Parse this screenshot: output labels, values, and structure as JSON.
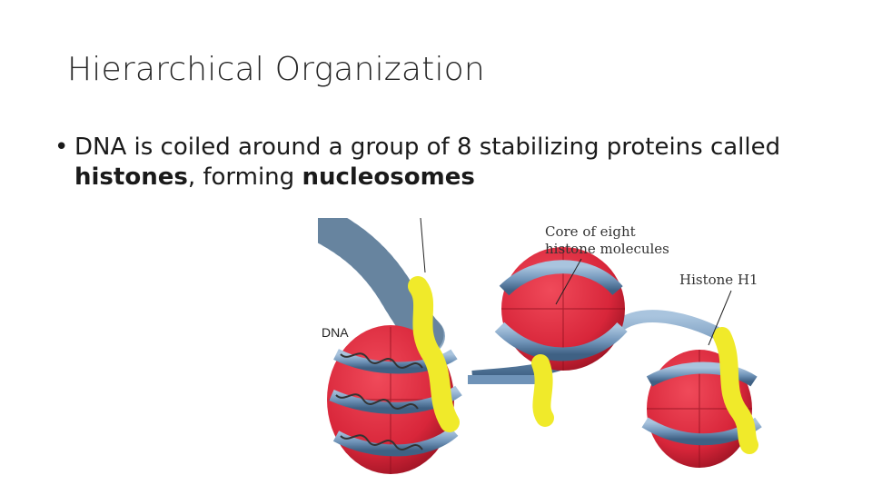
{
  "slide": {
    "title": "Hierarchical Organization",
    "bullet": {
      "symbol": "•",
      "text_before_histones": "DNA is coiled around a group of 8 stabilizing proteins called ",
      "histones": "histones",
      "text_between": ", forming ",
      "nucleosomes": "nucleosomes"
    }
  },
  "figure": {
    "labels": {
      "core_line1": "Core of eight",
      "core_line2": "histone molecules",
      "histone_h1": "Histone H1",
      "dna": "DNA"
    },
    "colors": {
      "histone_core": "#d8263a",
      "dna_tube": "#6f93b8",
      "h1_yellow": "#f0ea2a",
      "dna_helix": "#3a3f47"
    }
  }
}
